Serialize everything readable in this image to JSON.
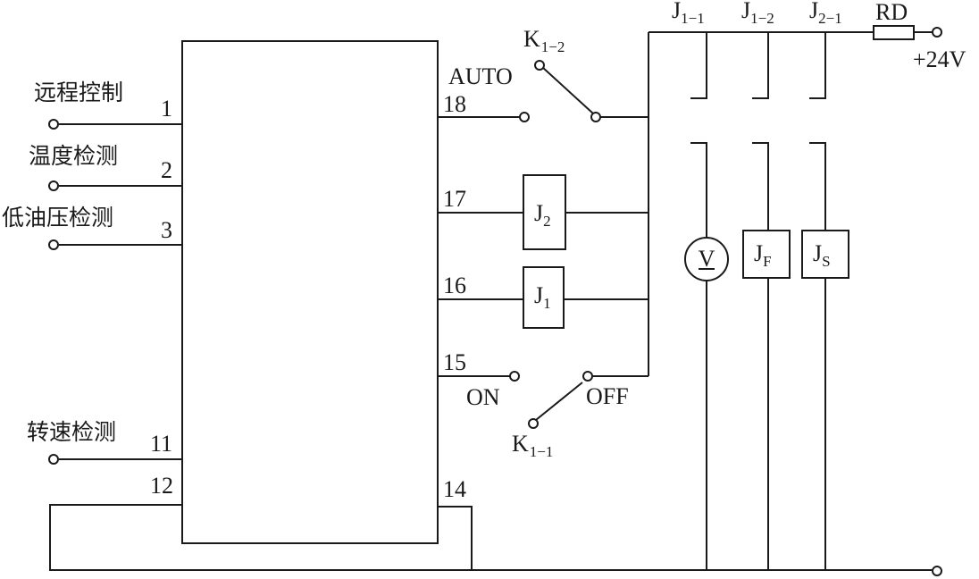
{
  "diagram": {
    "inputs": [
      {
        "name": "远程控制",
        "pin": "1"
      },
      {
        "name": "温度检测",
        "pin": "2"
      },
      {
        "name": "低油压检测",
        "pin": "3"
      },
      {
        "name": "转速检测",
        "pin": "11"
      }
    ],
    "pin_12": "12",
    "output_pins": {
      "p18": "18",
      "p17": "17",
      "p16": "16",
      "p15": "15",
      "p14": "14"
    },
    "switch_auto": {
      "label": "AUTO",
      "base": "K",
      "sub": "1−2"
    },
    "switch_on_off": {
      "on": "ON",
      "off": "OFF",
      "base": "K",
      "sub": "1−1"
    },
    "relay_j2": {
      "base": "J",
      "sub": "2"
    },
    "relay_j1": {
      "base": "J",
      "sub": "1"
    },
    "contacts": [
      {
        "base": "J",
        "sub": "1−1"
      },
      {
        "base": "J",
        "sub": "1−2"
      },
      {
        "base": "J",
        "sub": "2−1"
      }
    ],
    "fuse": "RD",
    "supply": "+24V",
    "loads": {
      "meter": "V",
      "jf": {
        "base": "J",
        "sub": "F"
      },
      "js": {
        "base": "J",
        "sub": "S"
      }
    }
  }
}
